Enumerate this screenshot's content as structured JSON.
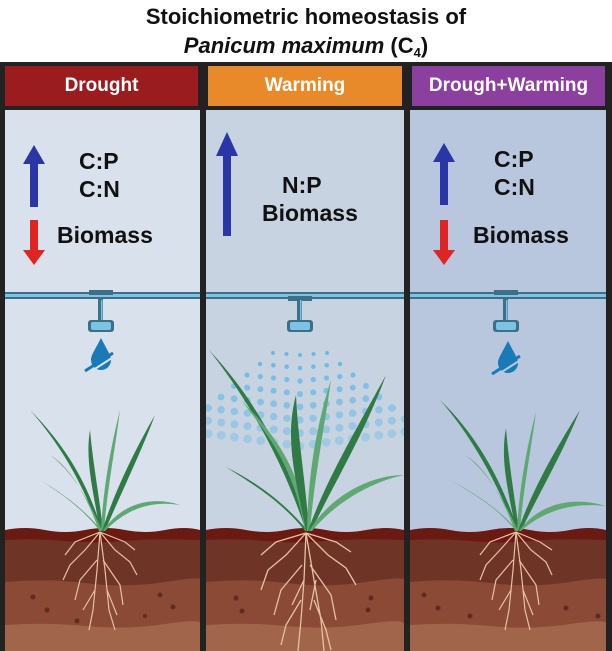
{
  "title": {
    "line1": "Stoichiometric homeostasis of",
    "species": "Panicum maximum",
    "pathway_prefix": "(C",
    "pathway_sub": "4",
    "pathway_suffix": ")"
  },
  "colors": {
    "drought": "#9a1c1f",
    "warming": "#e8892a",
    "drought_warming": "#8b3f9f",
    "arrow_up": "#2a35a6",
    "arrow_down": "#e02424",
    "water": "#1a7ab5",
    "pipe": "#7cc3e6",
    "leaf_dark": "#2f7a45",
    "leaf_light": "#5fa873",
    "root": "#e6c2a4"
  },
  "panels": [
    {
      "id": "drought",
      "label": "Drought",
      "increase": [
        "C:P",
        "C:N"
      ],
      "decrease": [
        "Biomass"
      ],
      "water_icon": "no-water-drop-icon"
    },
    {
      "id": "warming",
      "label": "Warming",
      "increase": [
        "N:P",
        "Biomass"
      ],
      "decrease": [],
      "water_icon": "water-spray-icon"
    },
    {
      "id": "drought-warming",
      "label": "Drough+Warming",
      "increase": [
        "C:P",
        "C:N"
      ],
      "decrease": [
        "Biomass"
      ],
      "water_icon": "no-water-drop-icon"
    }
  ]
}
